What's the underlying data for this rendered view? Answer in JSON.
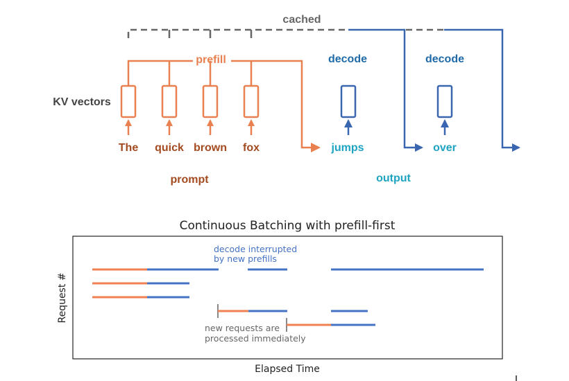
{
  "diagram": {
    "cached_label": "cached",
    "prefill_label": "prefill",
    "decode_labels": [
      "decode",
      "decode"
    ],
    "kv_label": "KV vectors",
    "prompt_tokens": [
      "The",
      "quick",
      "brown",
      "fox"
    ],
    "output_tokens": [
      "jumps",
      "over"
    ],
    "prompt_label": "prompt",
    "output_label": "output"
  },
  "chart": {
    "title": "Continuous Batching with prefill-first",
    "xlabel": "Elapsed Time",
    "ylabel": "Request #",
    "annotation_top": [
      "decode interrupted",
      "by new prefills"
    ],
    "annotation_bottom": [
      "new requests are",
      "processed immediately"
    ]
  },
  "colors": {
    "prefill_orange": "#e88050",
    "token_brown": "#a44a20",
    "decode_blue": "#3a66b0",
    "decode_label_blue": "#1f6aa8",
    "output_cyan": "#1ea3c2",
    "cached_gray": "#666666",
    "label_gray": "#444444",
    "batch_orange": "#f08050",
    "batch_blue": "#4472c4",
    "annot_blue": "#4472c4",
    "annot_gray": "#666666"
  }
}
